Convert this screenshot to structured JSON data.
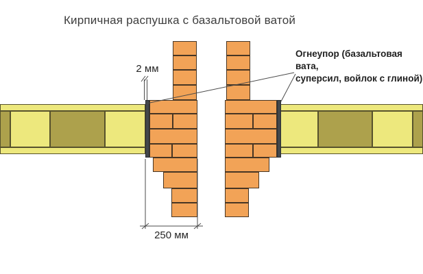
{
  "title": "Кирпичная распушка с базальтовой ватой",
  "annotations": {
    "gap_dimension": "2 мм",
    "width_dimension": "250 мм",
    "fireproof_label_line1": "Огнеупор (базальтовая вата,",
    "fireproof_label_line2": "суперсил, войлок с глиной)"
  },
  "colors": {
    "brick": "#F2A357",
    "brick_border": "#463524",
    "floor_light": "#EDE87D",
    "floor_olive": "#ADA14C",
    "floor_border": "#56512C",
    "basalt_strip": "#43474B",
    "annotation_line": "#4a4a4a",
    "text": "#2e2e2e"
  }
}
